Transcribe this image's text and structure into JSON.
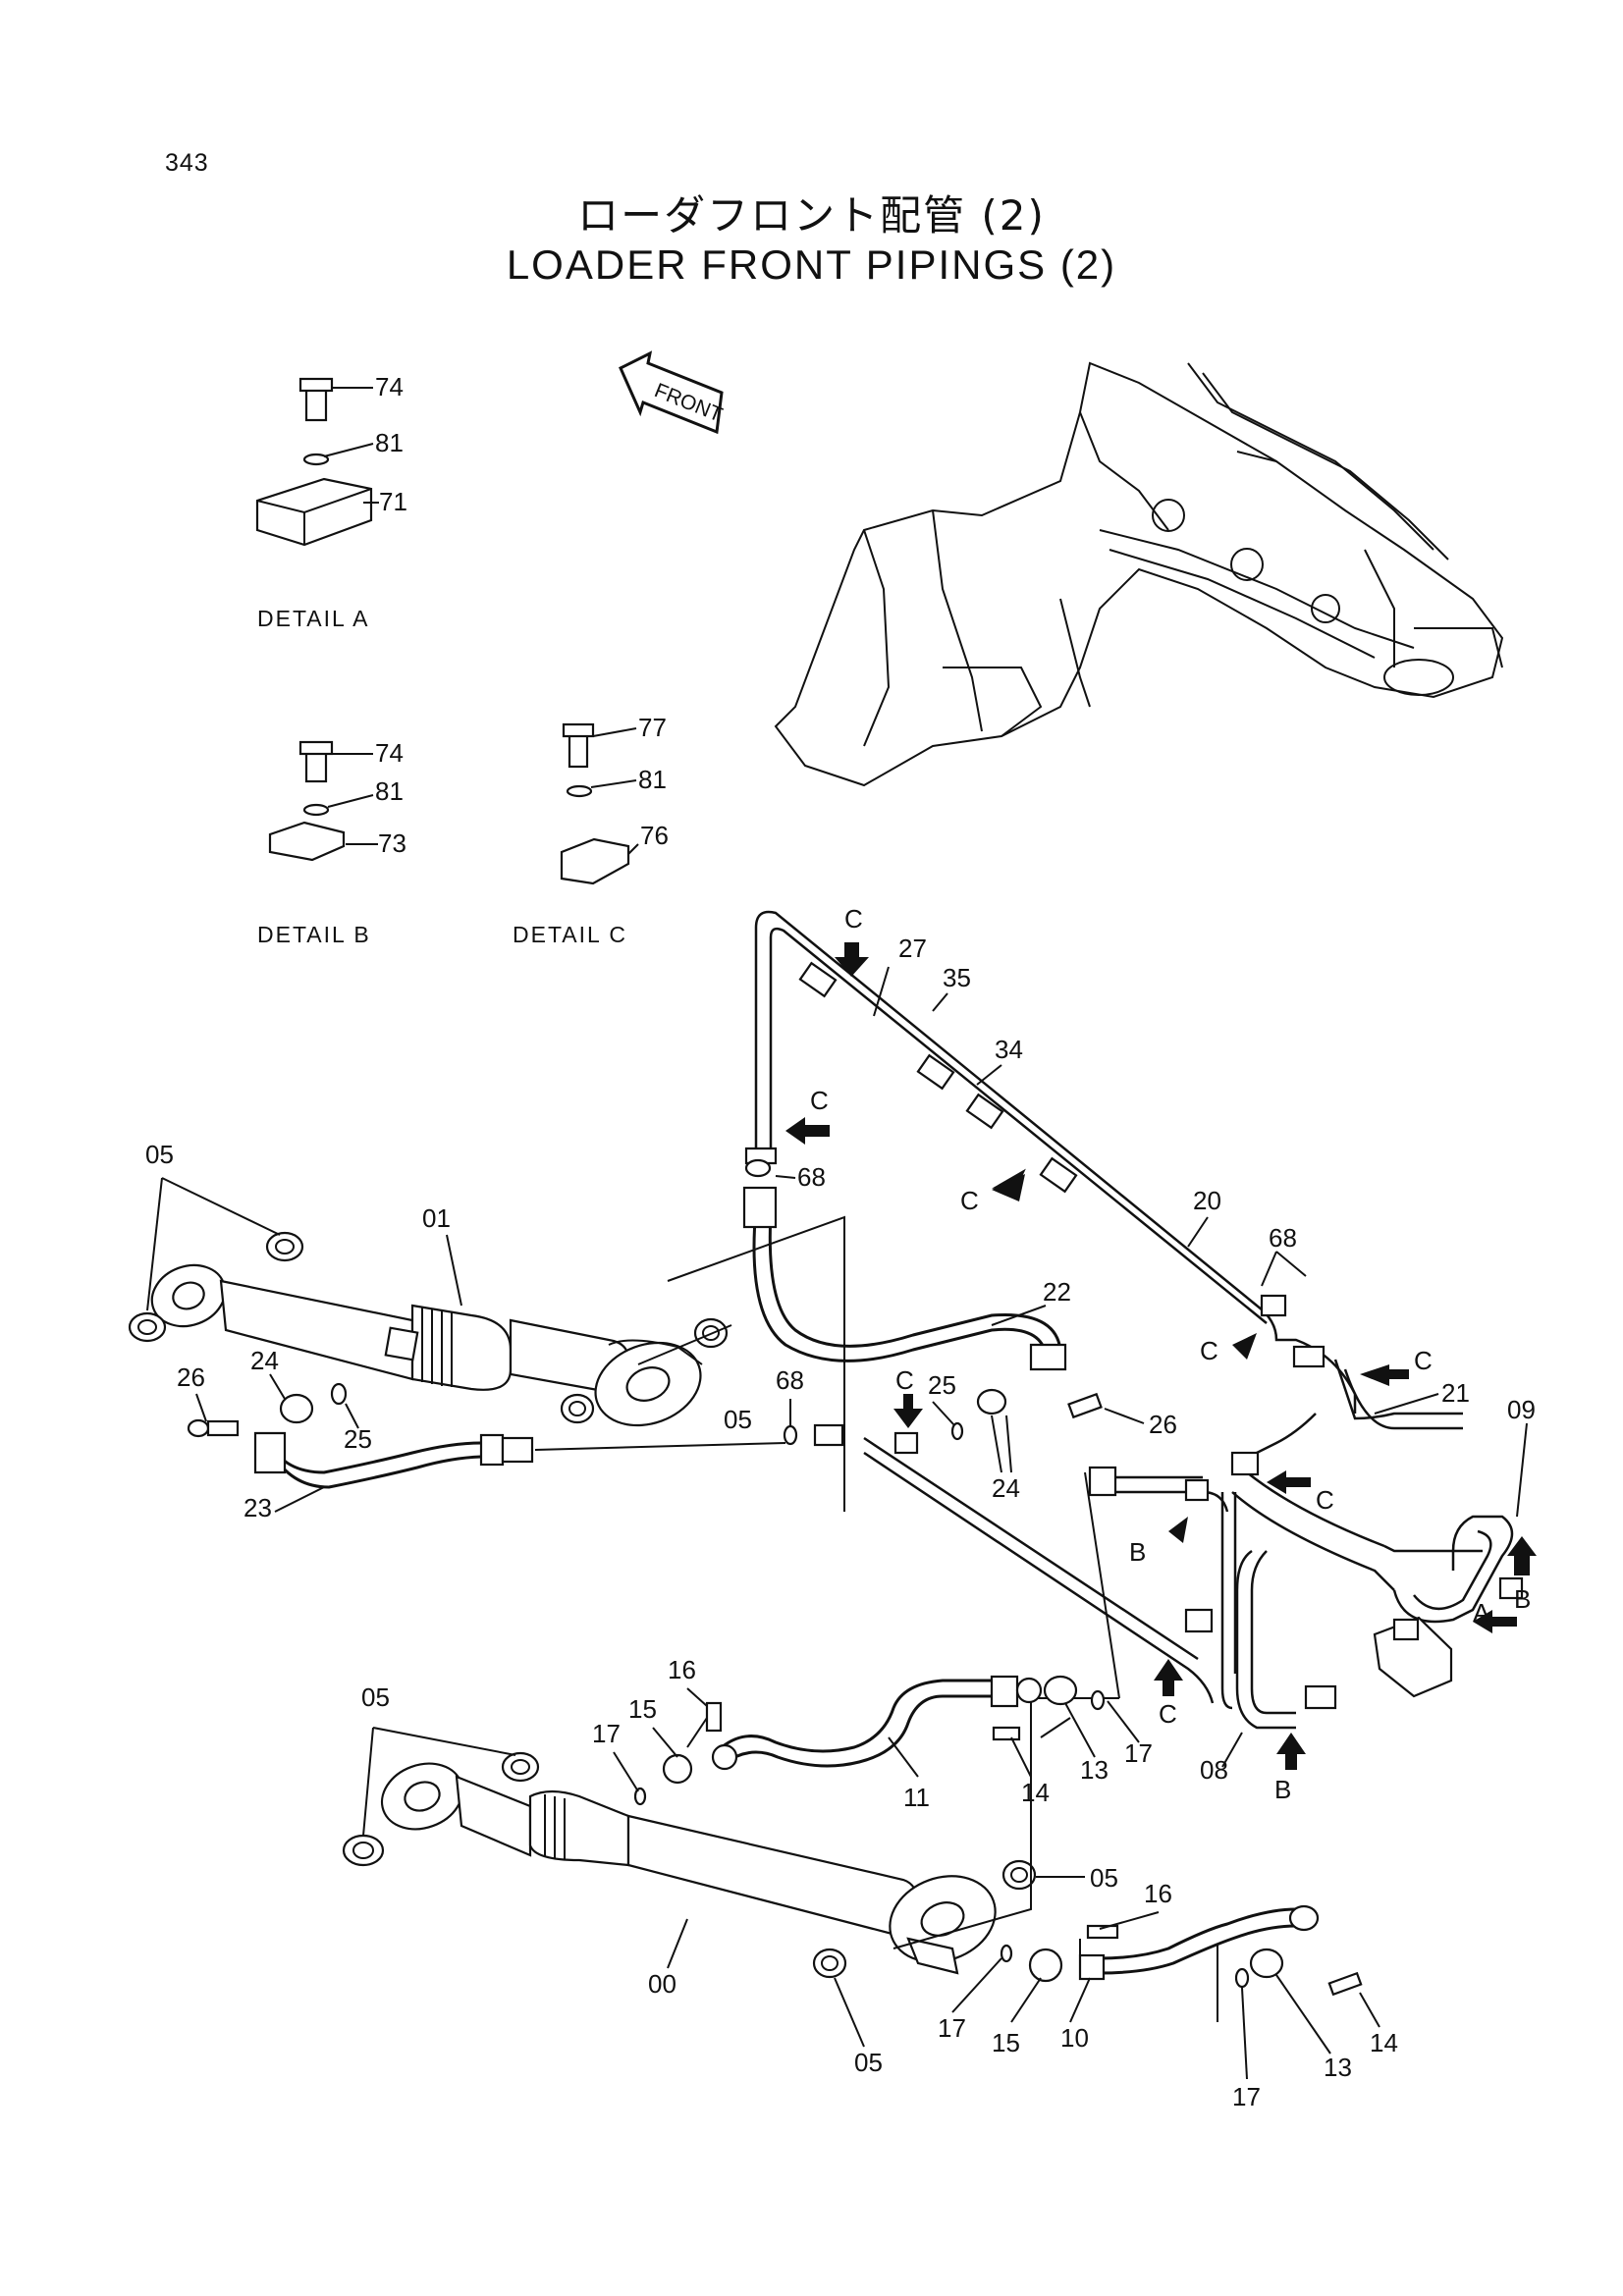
{
  "page_number": "343",
  "title_jp": "ローダフロント配管 (2)",
  "title_en": "LOADER FRONT PIPINGS (2)",
  "front_marker": "FRONT",
  "details": {
    "a": {
      "title": "DETAIL  A",
      "labels": [
        "74",
        "81",
        "71"
      ]
    },
    "b": {
      "title": "DETAIL  B",
      "labels": [
        "74",
        "81",
        "73"
      ]
    },
    "c": {
      "title": "DETAIL  C",
      "labels": [
        "77",
        "81",
        "76"
      ]
    }
  },
  "callouts": {
    "c_clamp": "C",
    "b_clamp": "B",
    "a_clamp": "A",
    "p27": "27",
    "p35": "35",
    "p34": "34",
    "p68": "68",
    "p20": "20",
    "p21": "21",
    "p09": "09",
    "p22": "22",
    "p05": "05",
    "p01": "01",
    "p24": "24",
    "p25": "25",
    "p26": "26",
    "p23": "23",
    "p08": "08",
    "p16": "16",
    "p15": "15",
    "p17": "17",
    "p11": "11",
    "p13": "13",
    "p14": "14",
    "p00": "00",
    "p10": "10"
  }
}
